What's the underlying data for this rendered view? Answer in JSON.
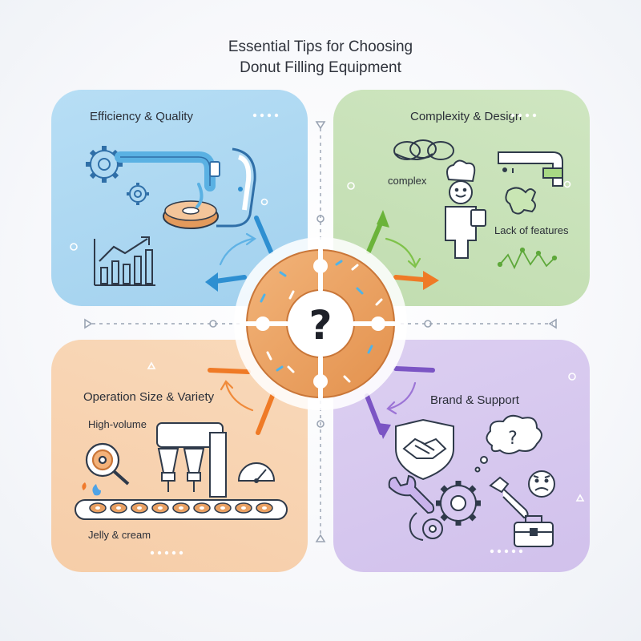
{
  "title": {
    "line1": "Essential Tips for Choosing",
    "line2": "Donut Filling Equipment"
  },
  "center": {
    "symbol": "?",
    "icon": "donut-puzzle-icon"
  },
  "quadrants": [
    {
      "title": "Efficiency & Quality",
      "color": "#a8d5f0",
      "labels": [],
      "icons": [
        "gears-icon",
        "filling-machine-icon",
        "donut-icon",
        "growth-chart-icon"
      ]
    },
    {
      "title": "Complexity & Design",
      "color": "#c7e1b6",
      "labels": [
        "complex",
        "Lack of features"
      ],
      "icons": [
        "tangled-knot-icon",
        "chef-icon",
        "faucet-icon",
        "puzzle-piece-icon",
        "zigzag-line-icon"
      ]
    },
    {
      "title": "Operation Size & Variety",
      "color": "#f7d2ae",
      "labels": [
        "High-volume",
        "Jelly & cream"
      ],
      "icons": [
        "magnifier-donut-icon",
        "dispenser-machine-icon",
        "gauge-icon",
        "conveyor-belt-icon"
      ]
    },
    {
      "title": "Brand & Support",
      "color": "#d5c6ee",
      "labels": [],
      "icons": [
        "handshake-shield-icon",
        "thought-question-icon",
        "sad-face-icon",
        "wrench-gears-icon",
        "toolbox-icon"
      ]
    }
  ],
  "colors": {
    "blue": "#2e8fd1",
    "green": "#6bb33a",
    "orange": "#ef7a26",
    "purple": "#7b55c4",
    "donut": "#eba05e"
  }
}
